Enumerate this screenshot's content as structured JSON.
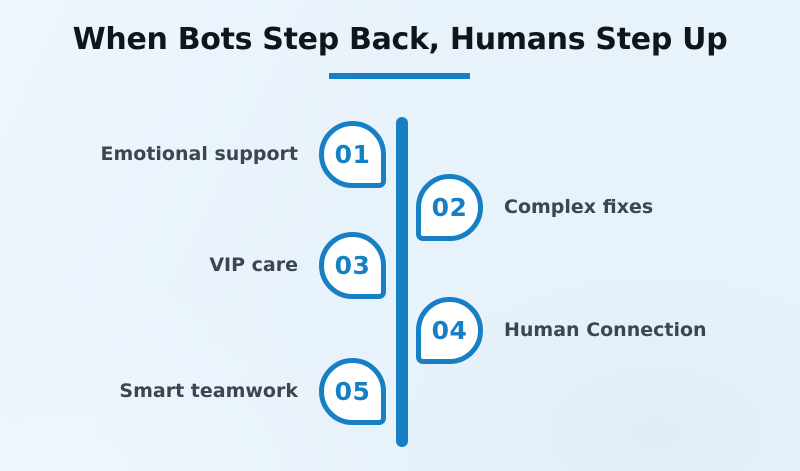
{
  "title": "When Bots Step Back, Humans Step Up",
  "items": [
    {
      "number": "01",
      "label": "Emotional support",
      "side": "left"
    },
    {
      "number": "02",
      "label": "Complex fixes",
      "side": "right"
    },
    {
      "number": "03",
      "label": "VIP care",
      "side": "left"
    },
    {
      "number": "04",
      "label": "Human Connection",
      "side": "right"
    },
    {
      "number": "05",
      "label": "Smart teamwork",
      "side": "left"
    }
  ],
  "colors": {
    "accent": "#1780c4",
    "background": "#e8f2fa",
    "title_text": "#0e151d",
    "label_text": "#3c4650",
    "badge_fill": "#ffffff"
  }
}
